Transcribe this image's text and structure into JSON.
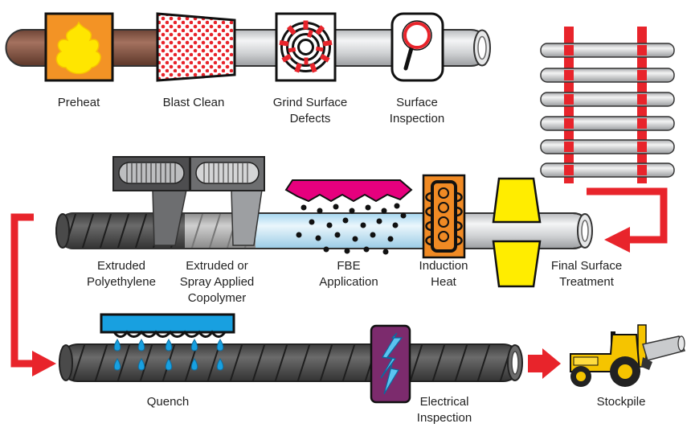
{
  "labels": {
    "preheat": [
      "Preheat"
    ],
    "blast_clean": [
      "Blast Clean"
    ],
    "grind": [
      "Grind Surface",
      "Defects"
    ],
    "surface_inspection": [
      "Surface",
      "Inspection"
    ],
    "extruded_pe": [
      "Extruded",
      "Polyethylene"
    ],
    "copolymer": [
      "Extruded or",
      "Spray Applied",
      "Copolymer"
    ],
    "fbe": [
      "FBE",
      "Application"
    ],
    "induction": [
      "Induction",
      "Heat"
    ],
    "final_surface": [
      "Final Surface",
      "Treatment"
    ],
    "quench": [
      "Quench"
    ],
    "electrical": [
      "Electrical",
      "Inspection"
    ],
    "stockpile": [
      "Stockpile"
    ]
  },
  "colors": {
    "bare_pipe": "#8a5a4a",
    "pipe_grey": "#c9cbcd",
    "coated_pipe": "#555555",
    "accent_red": "#e8242b",
    "preheat_orange": "#f39325",
    "flame_yellow": "#ffe600",
    "fbe_magenta": "#e6007e",
    "fbe_blue_pipe": "#cfe9f7",
    "induction_orange": "#f08a24",
    "final_yellow": "#ffed00",
    "quench_blue": "#18a0e0",
    "electrical_purple": "#7c2b6d",
    "loader_yellow": "#f5c400"
  },
  "icons": [
    "flame-icon",
    "magnifier-icon",
    "grind-swirl-icon",
    "lightning-icon",
    "water-drop-icon",
    "loader-truck-icon",
    "flow-arrow-icon"
  ]
}
